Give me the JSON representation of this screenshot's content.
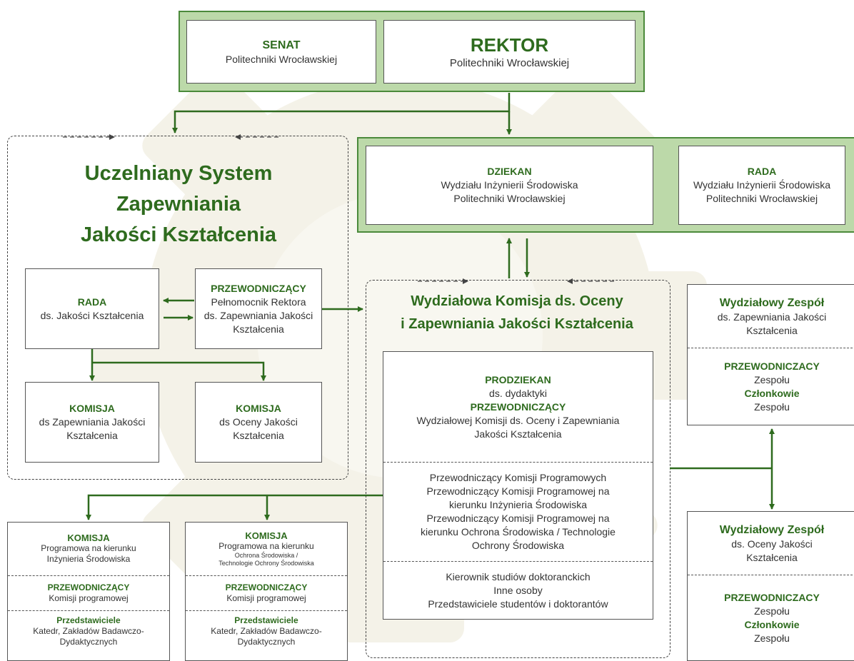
{
  "top": {
    "senat": {
      "title": "SENAT",
      "subtitle": "Politechniki Wrocławskiej"
    },
    "rektor": {
      "title": "REKTOR",
      "subtitle": "Politechniki Wrocławskiej"
    }
  },
  "dean_band": {
    "dziekan": {
      "title": "DZIEKAN",
      "line1": "Wydziału Inżynierii Środowiska",
      "line2": "Politechniki Wrocławskiej"
    },
    "rada": {
      "title": "RADA",
      "line1": "Wydziału Inżynierii Środowiska",
      "line2": "Politechniki Wrocławskiej"
    }
  },
  "usz": {
    "title_line1": "Uczelniany System",
    "title_line2": "Zapewniania",
    "title_line3": "Jakości Kształcenia",
    "rada": {
      "title": "RADA",
      "subtitle": "ds. Jakości Kształcenia"
    },
    "przewodniczacy": {
      "title": "PRZEWODNICZĄCY",
      "line1": "Pełnomocnik Rektora",
      "line2": "ds. Zapewniania Jakości",
      "line3": "Kształcenia"
    },
    "komisja1": {
      "title": "KOMISJA",
      "line1": "ds Zapewniania Jakości",
      "line2": "Kształcenia"
    },
    "komisja2": {
      "title": "KOMISJA",
      "line1": "ds Oceny Jakości",
      "line2": "Kształcenia"
    }
  },
  "wk": {
    "title_line1": "Wydziałowa Komisja ds. Oceny",
    "title_line2": "i Zapewniania Jakości Kształcenia",
    "prodziekan": {
      "title": "PRODZIEKAN",
      "line1": "ds. dydaktyki",
      "role": "PRZEWODNICZĄCY",
      "line2": "Wydziałowej Komisji ds. Oceny i Zapewniania",
      "line3": "Jakości Kształcenia"
    },
    "members": [
      "Przewodniczący Komisji Programowych",
      "Przewodniczący Komisji Programowej na",
      "kierunku Inżynieria Środowiska",
      "Przewodniczący Komisji Programowej na",
      "kierunku Ochrona Środowiska / Technologie",
      "Ochrony Środowiska"
    ],
    "others": [
      "Kierownik studiów doktoranckich",
      "Inne osoby",
      "Przedstawiciele studentów i doktorantów"
    ]
  },
  "zespol1": {
    "title": "Wydziałowy Zespół",
    "line1": "ds. Zapewniania Jakości",
    "line2": "Kształcenia",
    "role": "PRZEWODNICZACY",
    "role_sub": "Zespołu",
    "members": "Członkowie",
    "members_sub": "Zespołu"
  },
  "zespol2": {
    "title": "Wydziałowy Zespół",
    "line1": "ds. Oceny Jakości",
    "line2": "Kształcenia",
    "role": "PRZEWODNICZACY",
    "role_sub": "Zespołu",
    "members": "Członkowie",
    "members_sub": "Zespołu"
  },
  "komisja_is": {
    "title": "KOMISJA",
    "line1": "Programowa na kierunku",
    "line2": "Inżynieria Środowiska",
    "role": "PRZEWODNICZĄCY",
    "role_sub": "Komisji programowej",
    "reps": "Przedstawiciele",
    "reps_line1": "Katedr, Zakładów Badawczo-",
    "reps_line2": "Dydaktycznych"
  },
  "komisja_os": {
    "title": "KOMISJA",
    "line1": "Programowa na kierunku",
    "line2": "Ochrona Środowiska /",
    "line3": "Technologie Ochrony Środowiska",
    "role": "PRZEWODNICZĄCY",
    "role_sub": "Komisji programowej",
    "reps": "Przedstawiciele",
    "reps_line1": "Katedr, Zakładów Badawczo-",
    "reps_line2": "Dydaktycznych"
  },
  "colors": {
    "band_fill": "#bcd9a9",
    "band_border": "#4b8a3b",
    "title_green": "#2e6b1e",
    "watermark": "#f3f1e6"
  }
}
